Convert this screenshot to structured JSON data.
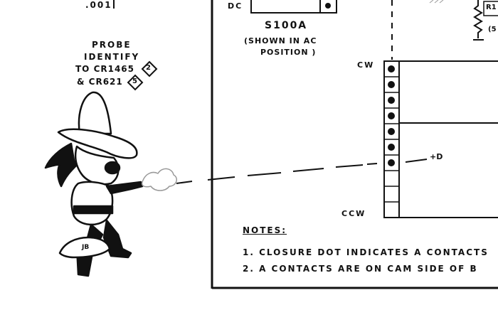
{
  "probe": {
    "value": ".001",
    "line1": "PROBE",
    "line2": "IDENTIFY",
    "line3_prefix": "TO CR1465",
    "ref1": "2",
    "line4_prefix": "& CR621",
    "ref2": "5"
  },
  "switch": {
    "dc_label": "DC",
    "name": "S100A",
    "caption_line1": "(SHOWN IN AC",
    "caption_line2": "POSITION )"
  },
  "cam": {
    "cw_label": "CW",
    "ccw_label": "CCW",
    "probe_tip": "+D",
    "resistor_label": "R1",
    "resistor_label2": "(5"
  },
  "figure": {
    "initials": "JB"
  },
  "notes": {
    "heading": "NOTES:",
    "items": [
      "1. CLOSURE DOT INDICATES A CONTACTS",
      "2. A CONTACTS ARE ON CAM SIDE OF B"
    ]
  }
}
